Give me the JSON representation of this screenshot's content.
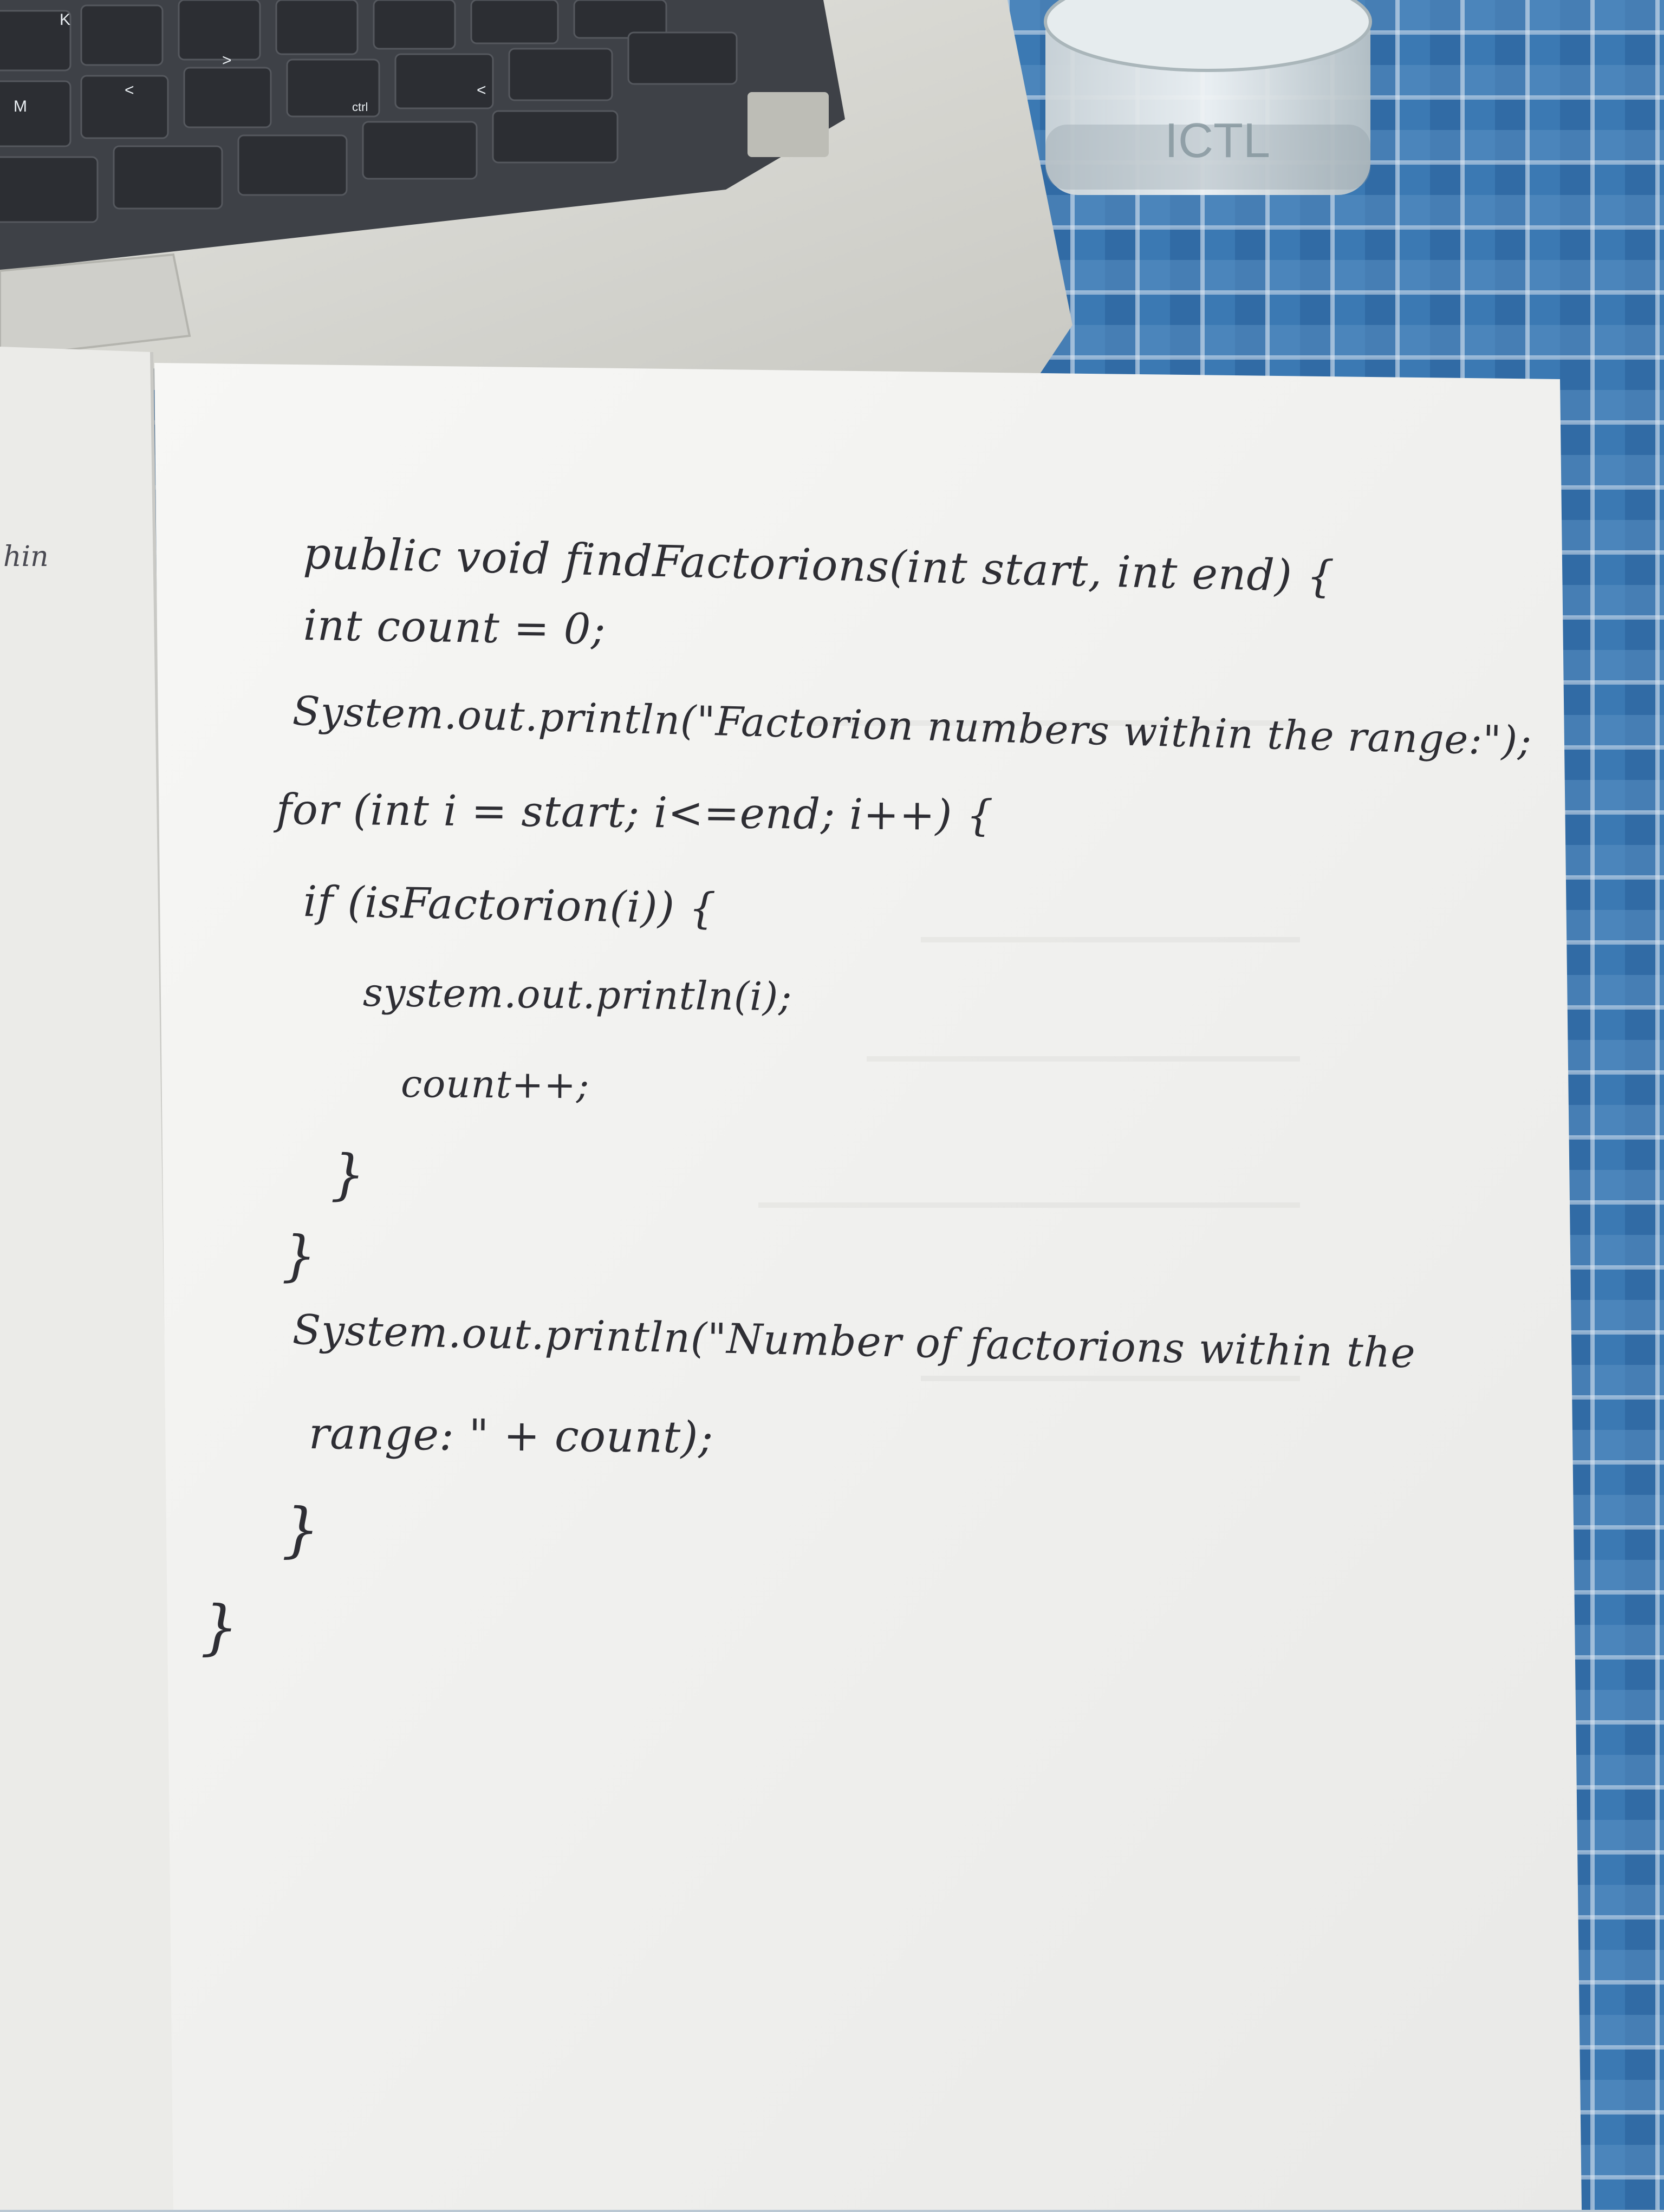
{
  "margin_note": "hin",
  "code_lines": [
    "public void findFactorions(int start, int end) {",
    "int count = 0;",
    "System.out.println(\"Factorion numbers within the range:\");",
    "for (int i = start; i<=end; i++) {",
    "if (isFactorion(i)) {",
    "system.out.println(i);",
    "count++;",
    "}",
    "}",
    "System.out.println(\"Number of factorions within the",
    "range: \" + count);",
    "}",
    "}"
  ],
  "keyboard_keys": [
    "K",
    "M",
    "<",
    ">",
    "<",
    "ctrl"
  ],
  "jar_label": "ICTL",
  "colors": {
    "paper": "#f3f3f1",
    "ink": "#2e2e34",
    "laptop": "#d9d9d4",
    "keyboard": "#404348",
    "fabric": "#2f6fa8"
  }
}
